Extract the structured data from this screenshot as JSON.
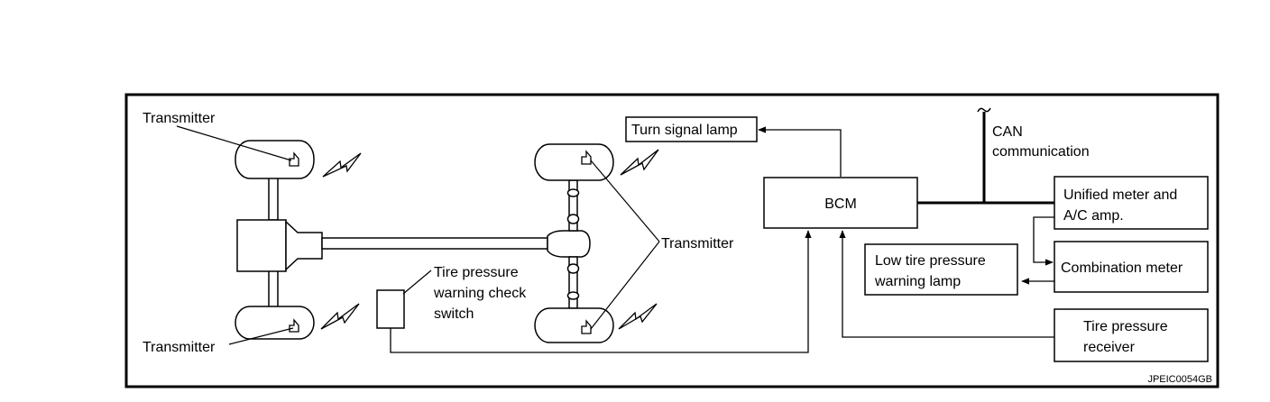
{
  "labels": {
    "transmitter_front_top": "Transmitter",
    "transmitter_front_bottom": "Transmitter",
    "transmitter_rear": "Transmitter",
    "turn_signal_lamp": "Turn signal lamp",
    "bcm": "BCM",
    "can_line1": "CAN",
    "can_line2": "communication",
    "unified_line1": "Unified meter and",
    "unified_line2": "A/C amp.",
    "combination_meter": "Combination meter",
    "low_tire_line1": "Low tire pressure",
    "low_tire_line2": "warning lamp",
    "tire_receiver_line1": "Tire pressure",
    "tire_receiver_line2": "receiver",
    "check_switch_line1": "Tire pressure",
    "check_switch_line2": "warning check",
    "check_switch_line3": "switch",
    "figure_code": "JPEIC0054GB"
  }
}
